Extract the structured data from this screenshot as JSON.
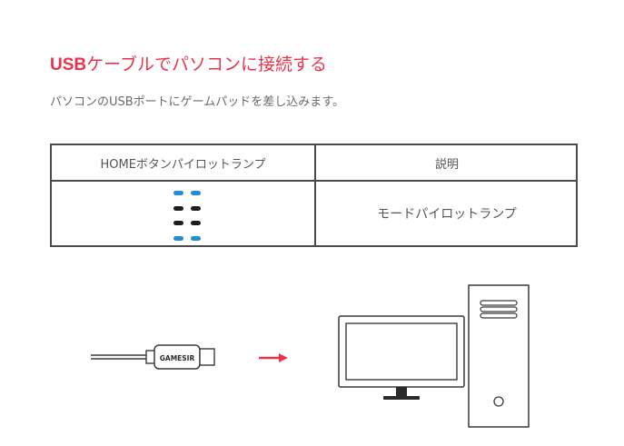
{
  "heading": {
    "prefix": "USB",
    "rest": "ケーブルでパソコンに接続する"
  },
  "subtitle": "パソコンのUSBポートにゲームパッドを差し込みます。",
  "table": {
    "col1_header": "HOMEボタンパイロットランプ",
    "col2_header": "説明",
    "row1_desc": "モードパイロットランプ",
    "led_pattern": [
      [
        "blue",
        "blue"
      ],
      [
        "black",
        "black"
      ],
      [
        "black",
        "black"
      ],
      [
        "blue",
        "blue"
      ]
    ]
  },
  "illustration": {
    "cable_brand": "GAMESIR",
    "arrow_icon": "right-arrow-icon",
    "computer_icon": "desktop-computer-icon"
  },
  "colors": {
    "accent": "#e8334a",
    "led_blue": "#1f8fd6",
    "led_black": "#1e1e1e",
    "border": "#4a4a4a"
  }
}
